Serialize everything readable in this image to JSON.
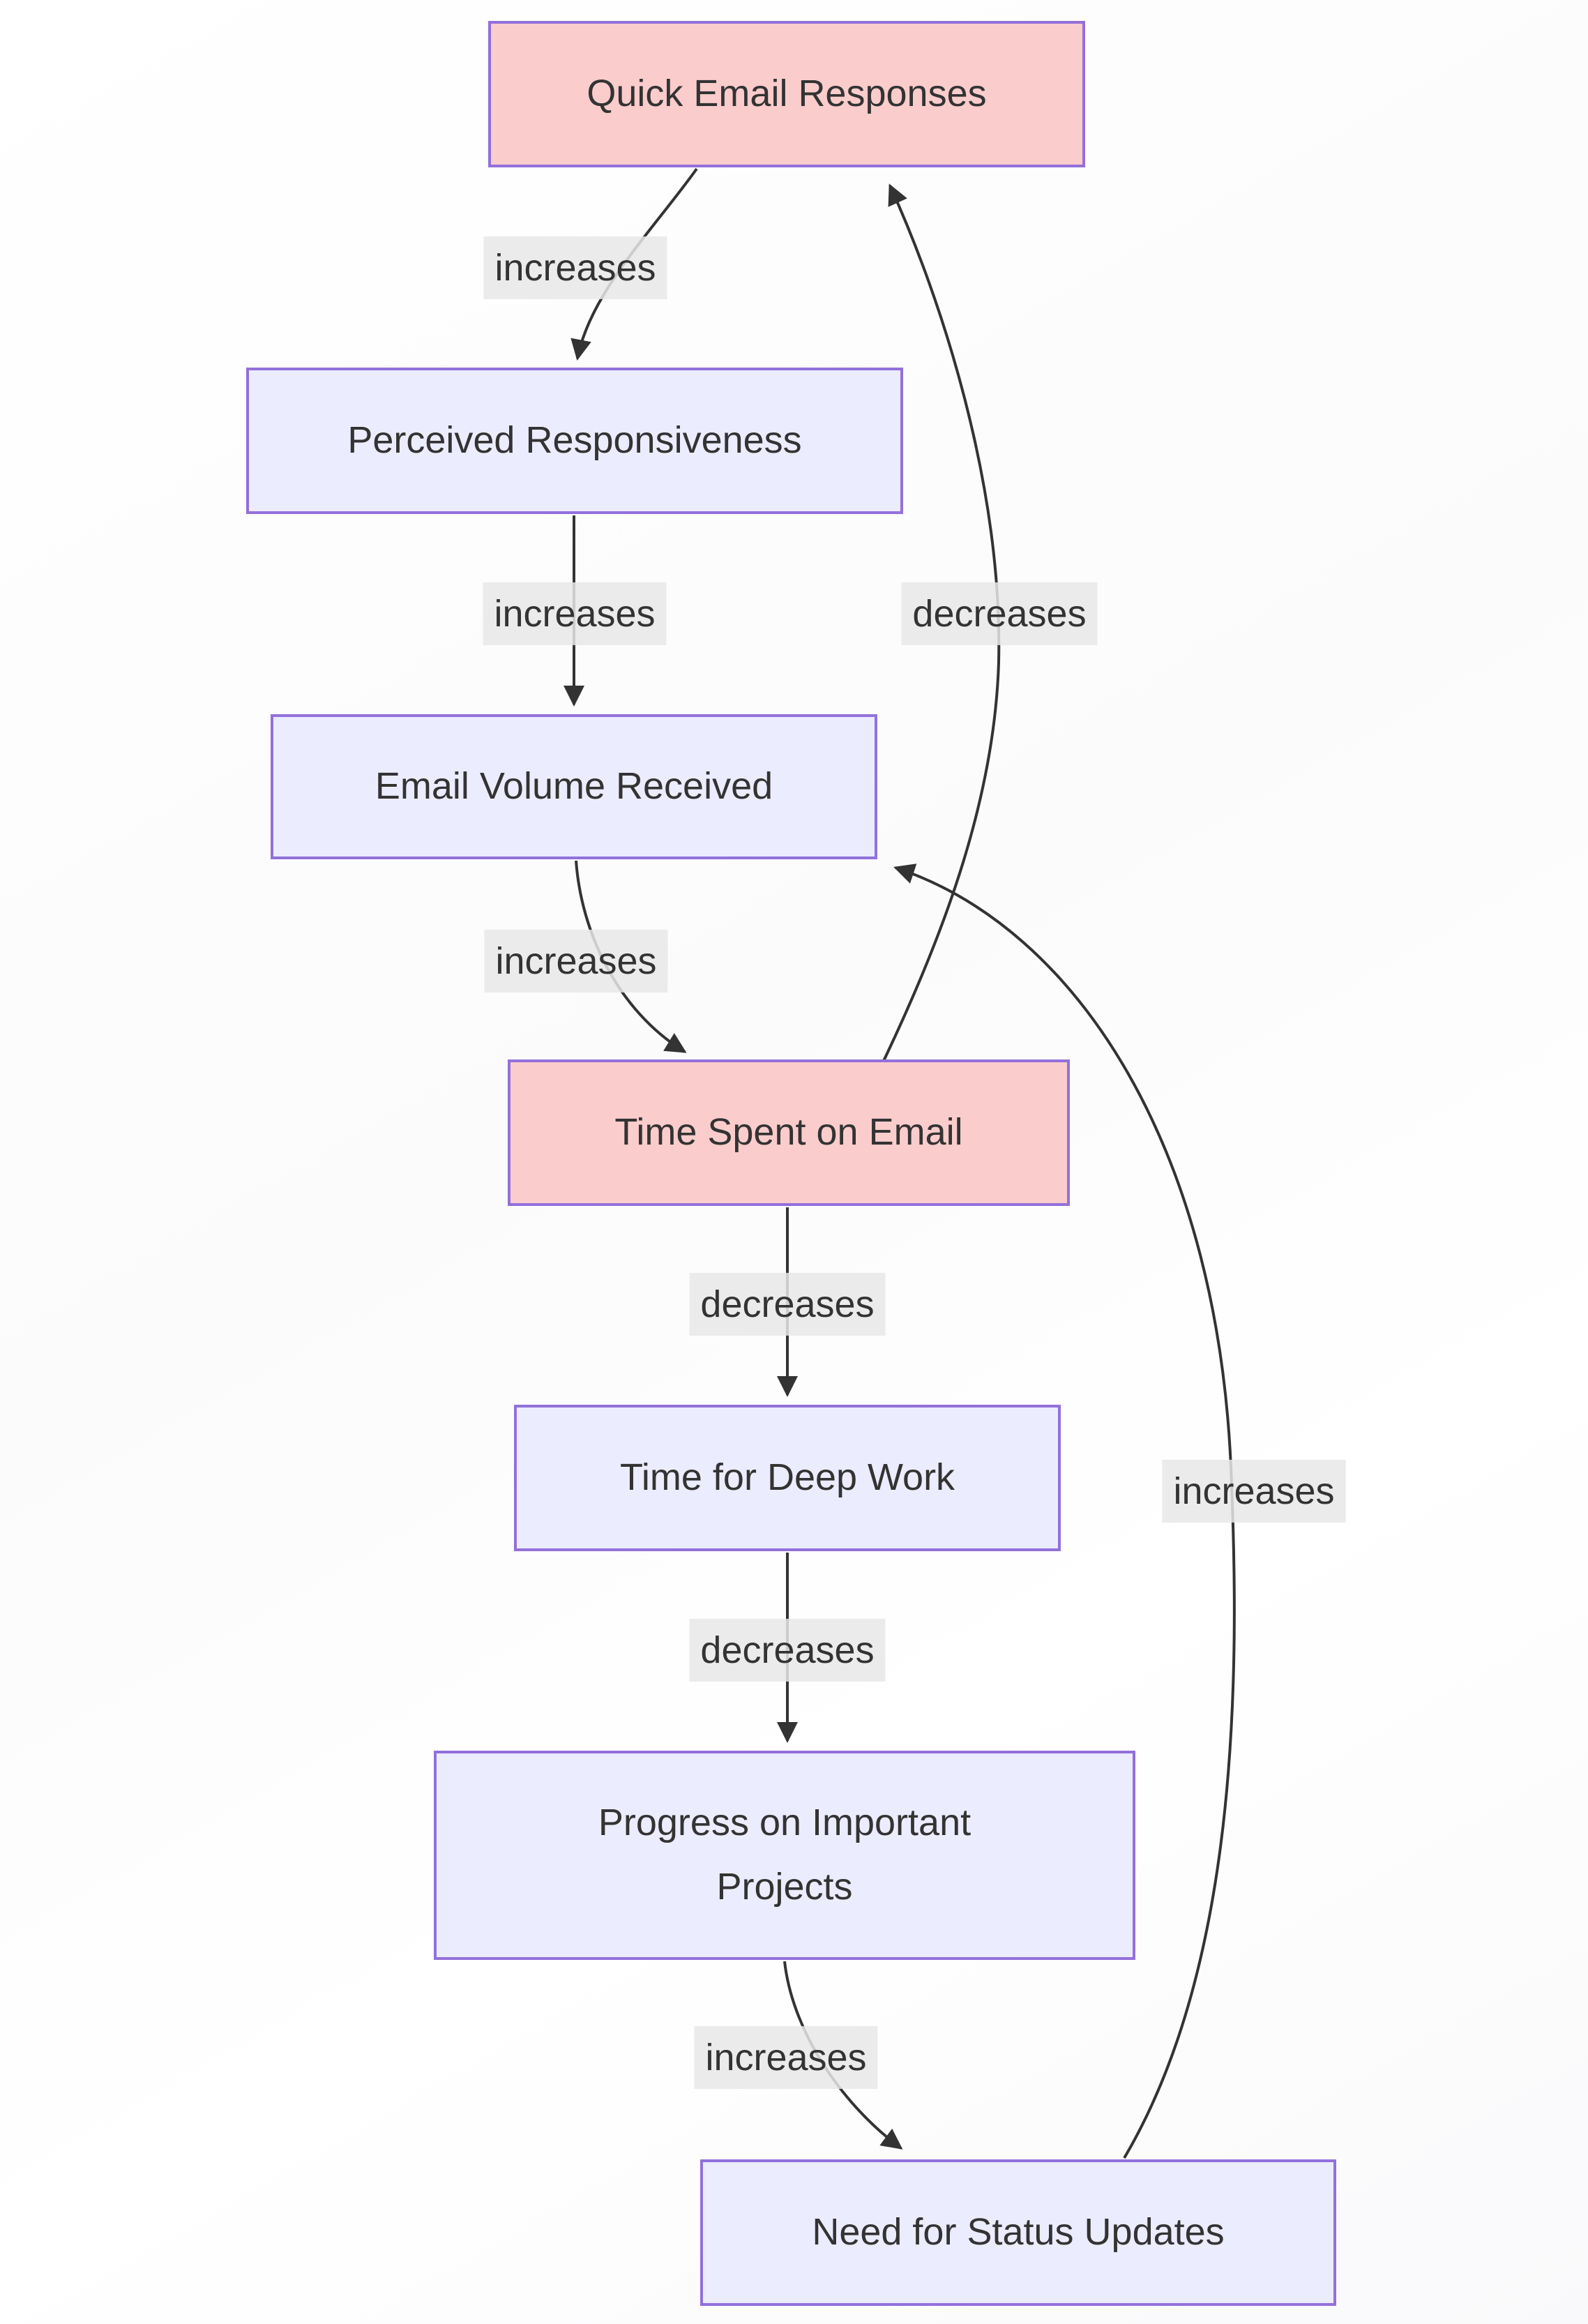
{
  "colors": {
    "background": "#ffffff",
    "node_fill": "#ECECFF",
    "node_fill_highlight": "#FBCCCC",
    "node_border": "#9370DB",
    "edge_line": "#333333",
    "edge_label_bg": "rgba(232,232,232,0.85)",
    "text": "#333333"
  },
  "diagram": {
    "nodes": [
      {
        "id": "quick_email_responses",
        "label": "Quick Email Responses",
        "emphasis": "highlight"
      },
      {
        "id": "perceived_responsiveness",
        "label": "Perceived Responsiveness",
        "emphasis": "default"
      },
      {
        "id": "email_volume_received",
        "label": "Email Volume Received",
        "emphasis": "default"
      },
      {
        "id": "time_spent_on_email",
        "label": "Time Spent on Email",
        "emphasis": "highlight"
      },
      {
        "id": "time_for_deep_work",
        "label": "Time for Deep Work",
        "emphasis": "default"
      },
      {
        "id": "progress_on_important_projects",
        "label": "Progress on Important Projects",
        "emphasis": "default"
      },
      {
        "id": "need_for_status_updates",
        "label": "Need for Status Updates",
        "emphasis": "default"
      }
    ],
    "edges": [
      {
        "from": "quick_email_responses",
        "to": "perceived_responsiveness",
        "label": "increases"
      },
      {
        "from": "perceived_responsiveness",
        "to": "email_volume_received",
        "label": "increases"
      },
      {
        "from": "email_volume_received",
        "to": "time_spent_on_email",
        "label": "increases"
      },
      {
        "from": "time_spent_on_email",
        "to": "quick_email_responses",
        "label": "decreases"
      },
      {
        "from": "time_spent_on_email",
        "to": "time_for_deep_work",
        "label": "decreases"
      },
      {
        "from": "time_for_deep_work",
        "to": "progress_on_important_projects",
        "label": "decreases"
      },
      {
        "from": "progress_on_important_projects",
        "to": "need_for_status_updates",
        "label": "increases"
      },
      {
        "from": "need_for_status_updates",
        "to": "email_volume_received",
        "label": "increases"
      }
    ]
  }
}
